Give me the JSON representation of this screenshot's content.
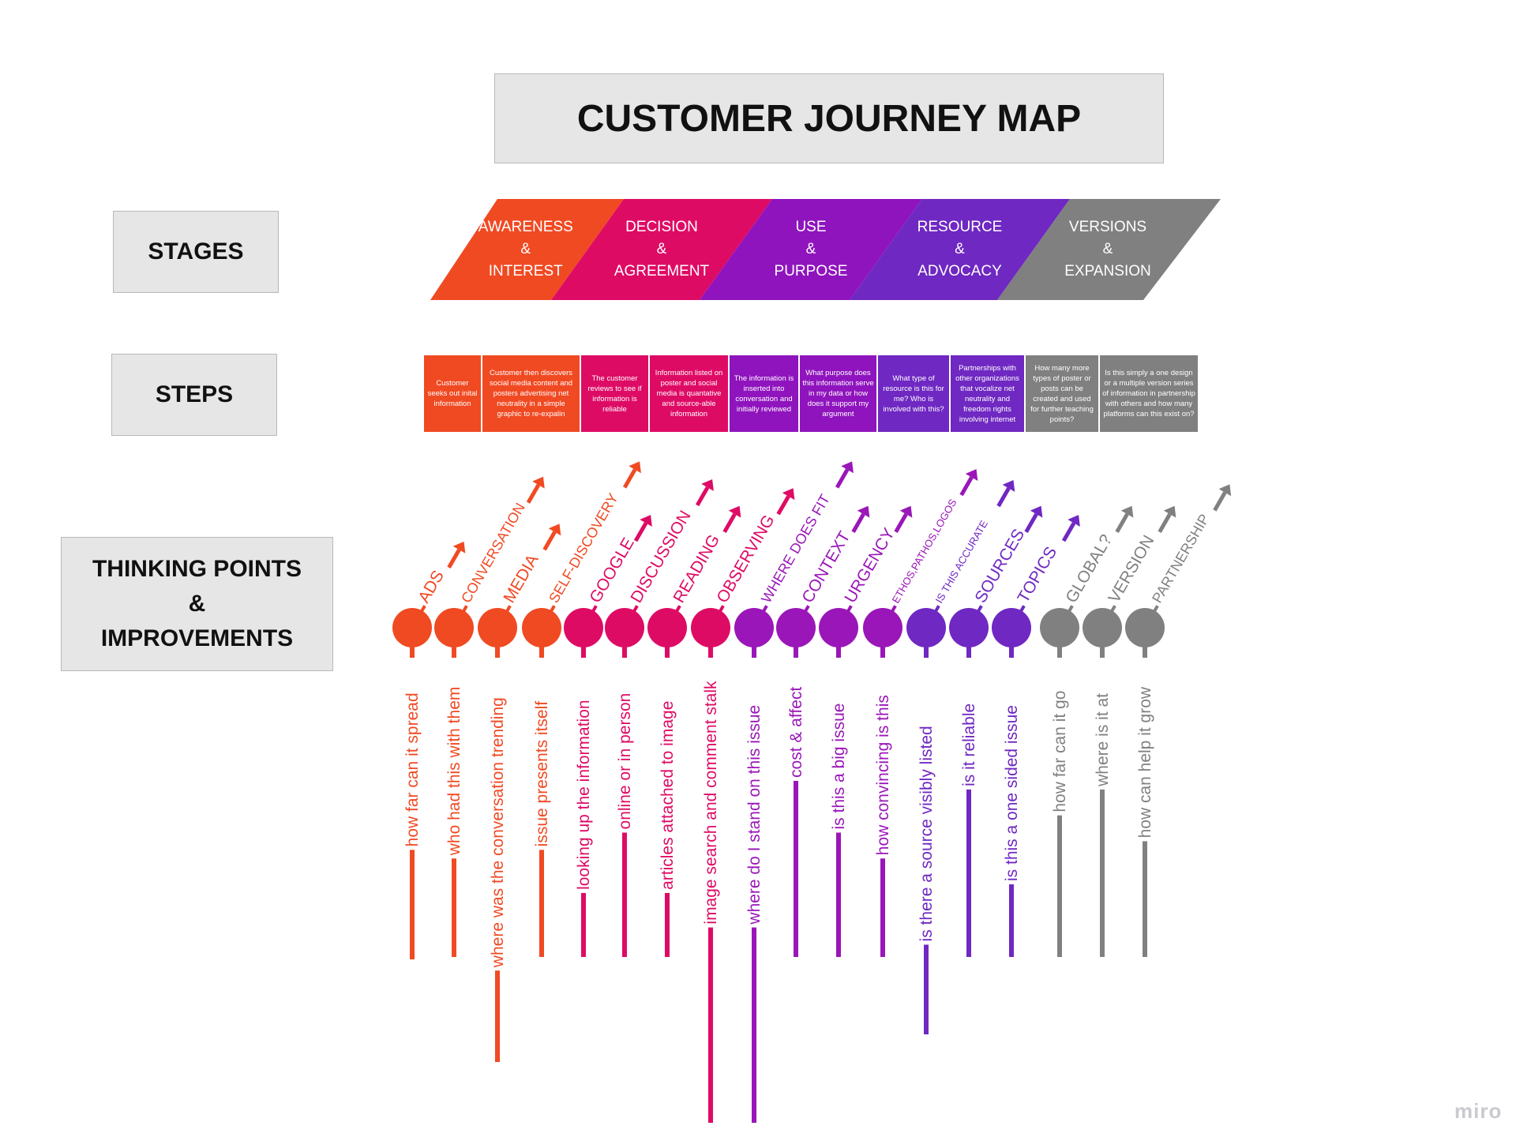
{
  "title": "CUSTOMER JOURNEY MAP",
  "row_labels": {
    "stages": "STAGES",
    "steps": "STEPS",
    "thinking_points": [
      "THINKING POINTS",
      "&",
      "IMPROVEMENTS"
    ]
  },
  "stages": [
    {
      "lines": [
        "AWARENESS",
        "&",
        "INTEREST"
      ],
      "color": "#f04a23"
    },
    {
      "lines": [
        "DECISION",
        "&",
        "AGREEMENT"
      ],
      "color": "#de0b65"
    },
    {
      "lines": [
        "USE",
        "&",
        "PURPOSE"
      ],
      "color": "#8f14bd"
    },
    {
      "lines": [
        "RESOURCE",
        "&",
        "ADVOCACY"
      ],
      "color": "#6f28c2"
    },
    {
      "lines": [
        "VERSIONS",
        "&",
        "EXPANSION"
      ],
      "color": "#808080"
    }
  ],
  "steps": [
    {
      "text": "Customer seeks out inital information",
      "color": "#f04a23"
    },
    {
      "text": "Customer then discovers social media content and posters advertising net neutrality in a simple graphic to re-expalin",
      "color": "#f04a23"
    },
    {
      "text": "The customer reviews to see if information is reliable",
      "color": "#de0b65"
    },
    {
      "text": "Information listed on poster and social media is quantative and source-able information",
      "color": "#de0b65"
    },
    {
      "text": "The information is inserted into conversation and initially reviewed",
      "color": "#8f14bd"
    },
    {
      "text": "What purpose does this information serve in my data or how does it support my argument",
      "color": "#8f14bd"
    },
    {
      "text": "What type of resource is this for me? Who is involved with this?",
      "color": "#6f28c2"
    },
    {
      "text": "Partnerships with other organizations that vocalize net neutrality and freedom rights involving internet",
      "color": "#6f28c2"
    },
    {
      "text": "How many more types of poster or posts can be created and used for further teaching points?",
      "color": "#808080"
    },
    {
      "text": "Is this simply a one design or a multiple version series of information in partnership with others and how many platforms can this exist on?",
      "color": "#808080"
    }
  ],
  "thinking_points": [
    {
      "up": "ADS",
      "down": "how far can it spread",
      "color": "#f04a23"
    },
    {
      "up": "CONVERSATION",
      "down": "who had this with them",
      "color": "#f04a23"
    },
    {
      "up": "MEDIA",
      "down": "where was the conversation trending",
      "color": "#f04a23"
    },
    {
      "up": "SELF-DISCOVERY",
      "down": "issue presents itself",
      "color": "#f04a23"
    },
    {
      "up": "GOOGLE",
      "down": "looking up the information",
      "color": "#de0b65"
    },
    {
      "up": "DISCUSSION",
      "down": "online or in person",
      "color": "#de0b65"
    },
    {
      "up": "READING",
      "down": "articles attached to image",
      "color": "#de0b65"
    },
    {
      "up": "OBSERVING",
      "down": "image search and comment stalk",
      "color": "#de0b65"
    },
    {
      "up": "WHERE DOES FIT",
      "down": "where do I stand on this issue",
      "color": "#9a16b8"
    },
    {
      "up": "CONTEXT",
      "down": "cost & affect",
      "color": "#9a16b8"
    },
    {
      "up": "URGENCY",
      "down": "is this a big issue",
      "color": "#9a16b8"
    },
    {
      "up": "ETHOS,PATHOS,LOGOS",
      "down": "how convincing is this",
      "color": "#9a16b8"
    },
    {
      "up": "IS THIS ACCURATE",
      "down": "is there a source visibly listed",
      "color": "#6f28c2"
    },
    {
      "up": "SOURCES",
      "down": "is it reliable",
      "color": "#6f28c2"
    },
    {
      "up": "TOPICS",
      "down": "is this a one sided issue",
      "color": "#6f28c2"
    },
    {
      "up": "GLOBAL?",
      "down": "how far can it go",
      "color": "#808080"
    },
    {
      "up": "VERSION",
      "down": "where is it at",
      "color": "#808080"
    },
    {
      "up": "PARTNERSHIP",
      "down": "how can help it grow",
      "color": "#808080"
    }
  ],
  "watermark": "miro"
}
